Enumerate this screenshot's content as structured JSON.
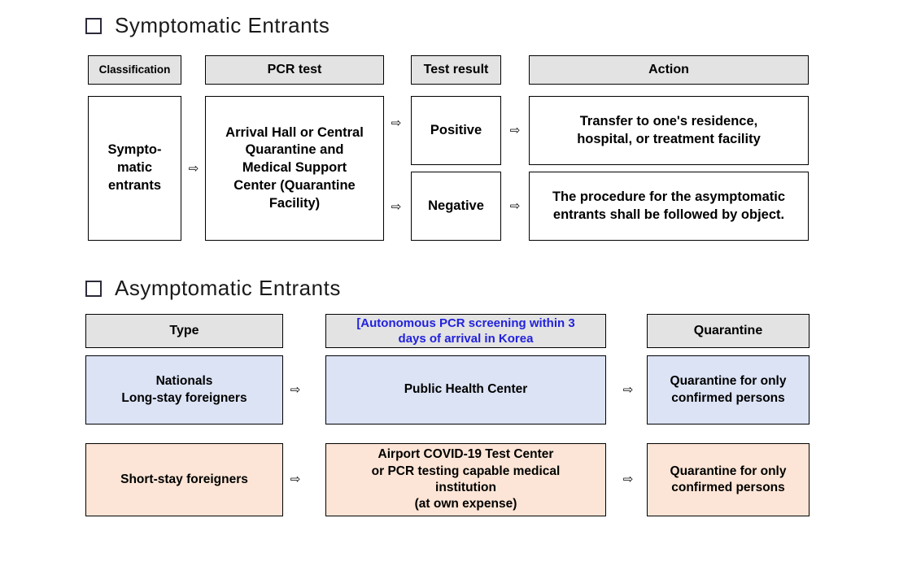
{
  "sections": [
    {
      "title": "Symptomatic  Entrants",
      "checkbox_icon": "checkbox-empty",
      "headers": [
        {
          "label": "Classification"
        },
        {
          "label": "PCR test"
        },
        {
          "label": "Test result"
        },
        {
          "label": "Action"
        }
      ],
      "cells": {
        "classification": "Sympto-\nmatic\nentrants",
        "pcr_test": "Arrival Hall or Central\nQuarantine and\nMedical Support\nCenter (Quarantine\nFacility)",
        "result_positive": "Positive",
        "result_negative": "Negative",
        "action_positive": "Transfer to one's residence,\nhospital, or treatment facility",
        "action_negative": "The procedure for the asymptomatic\nentrants shall be followed by object."
      },
      "arrow_glyph": "⇨"
    },
    {
      "title": "Asymptomatic  Entrants",
      "checkbox_icon": "checkbox-empty",
      "headers": [
        {
          "label": "Type"
        },
        {
          "label": "[Autonomous PCR screening within 3\ndays of arrival in Korea",
          "color": "#2222dd"
        },
        {
          "label": "Quarantine"
        }
      ],
      "rows": [
        {
          "type": "Nationals\nLong-stay foreigners",
          "screening": "Public Health Center",
          "quarantine": "Quarantine for only\nconfirmed persons",
          "fill": "#dce3f5"
        },
        {
          "type": "Short-stay foreigners",
          "screening": "Airport COVID-19 Test Center\nor PCR testing capable medical\ninstitution\n(at own expense)",
          "quarantine": "Quarantine for only\nconfirmed persons",
          "fill": "#fce5d6"
        }
      ],
      "arrow_glyph": "⇨"
    }
  ],
  "colors": {
    "header_fill": "#e3e3e3",
    "blue_fill": "#dce3f5",
    "peach_fill": "#fce5d6",
    "border": "#000000",
    "blue_text": "#2222dd"
  }
}
